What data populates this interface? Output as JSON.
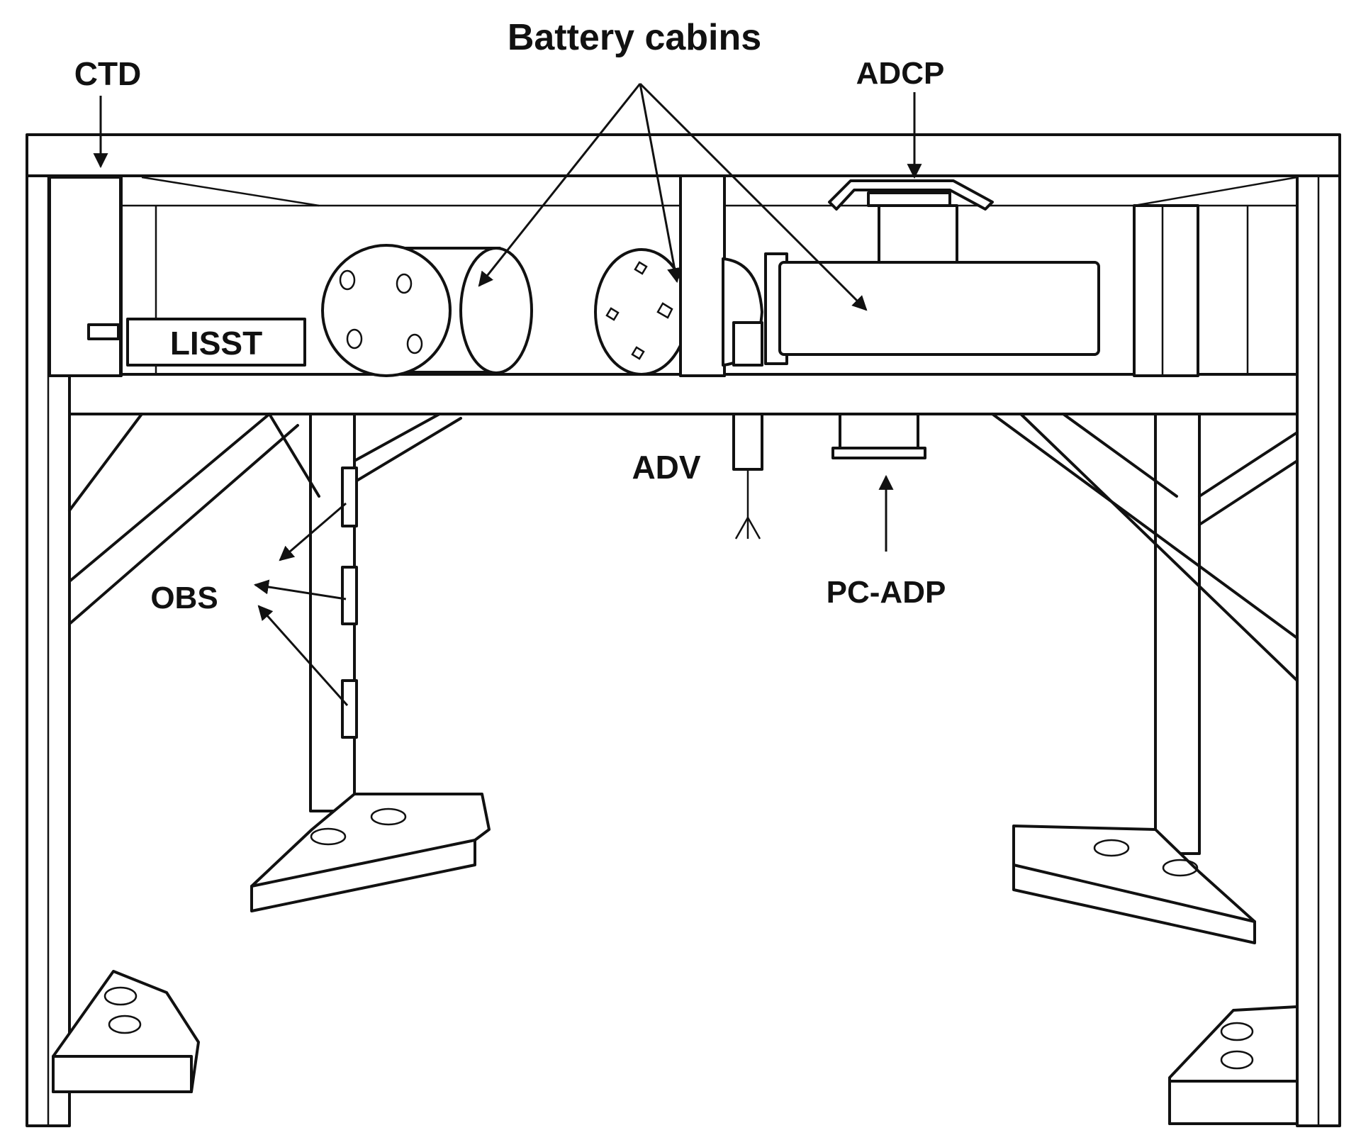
{
  "labels": {
    "ctd": "CTD",
    "battery_cabins": "Battery cabins",
    "adcp": "ADCP",
    "lisst": "LISST",
    "adv": "ADV",
    "obs": "OBS",
    "pc_adp": "PC-ADP"
  },
  "colors": {
    "line": "#111111",
    "background": "#ffffff"
  }
}
